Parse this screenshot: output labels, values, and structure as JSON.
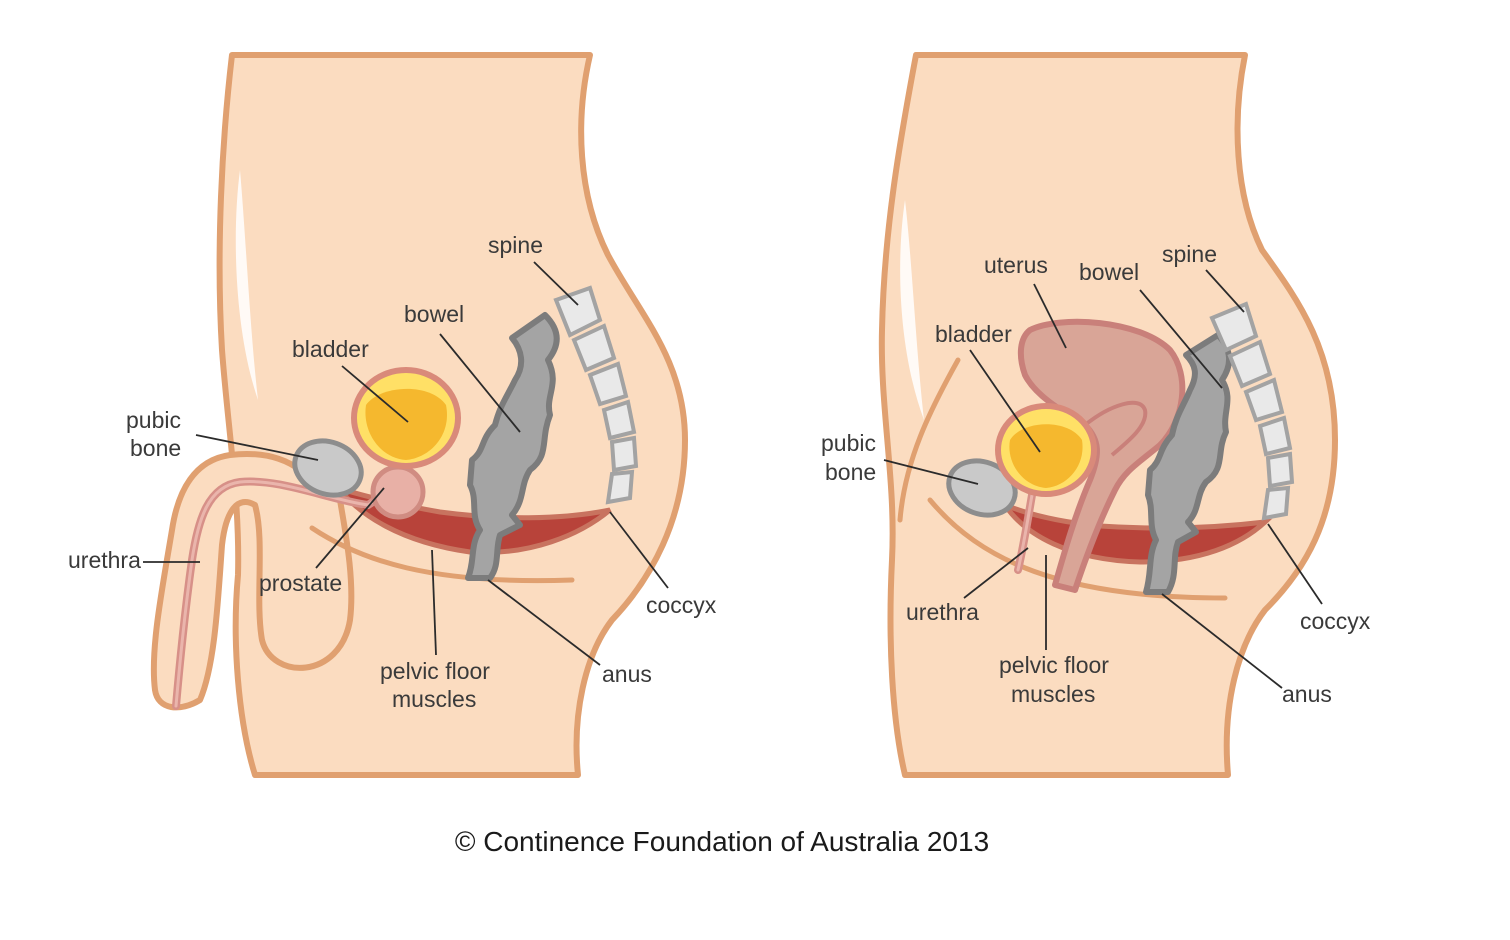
{
  "male": {
    "labels": {
      "spine": "spine",
      "bowel": "bowel",
      "bladder": "bladder",
      "pubic_bone_1": "pubic",
      "pubic_bone_2": "bone",
      "urethra": "urethra",
      "prostate": "prostate",
      "pelvic_floor_1": "pelvic floor",
      "pelvic_floor_2": "muscles",
      "anus": "anus",
      "coccyx": "coccyx"
    }
  },
  "female": {
    "labels": {
      "uterus": "uterus",
      "bowel": "bowel",
      "spine": "spine",
      "bladder": "bladder",
      "pubic_bone_1": "pubic",
      "pubic_bone_2": "bone",
      "urethra": "urethra",
      "pelvic_floor_1": "pelvic floor",
      "pelvic_floor_2": "muscles",
      "anus": "anus",
      "coccyx": "coccyx"
    }
  },
  "caption": "© Continence Foundation of Australia 2013",
  "colors": {
    "skin": "#fbdcc0",
    "skin_outline": "#e0a070",
    "muscle": "#b8433a",
    "bowel": "#a4a4a4",
    "bladder": "#ffe066"
  }
}
